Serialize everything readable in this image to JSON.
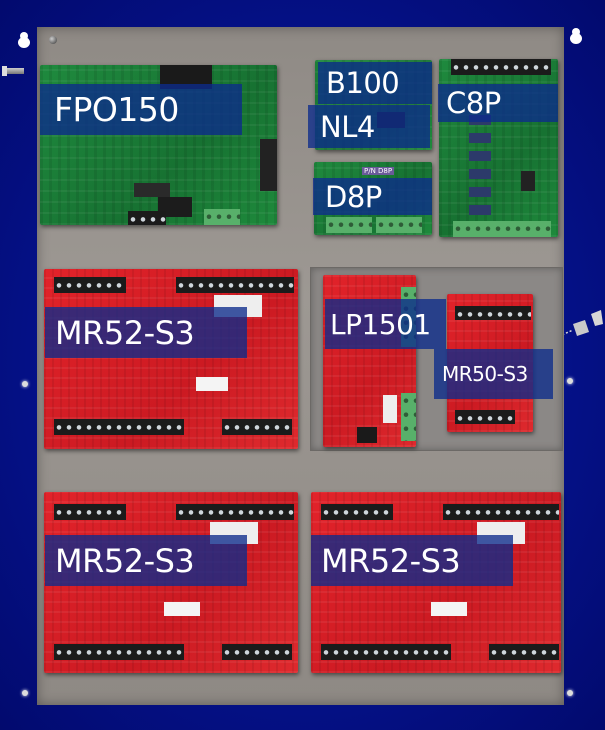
{
  "image": {
    "subject": "access control panel enclosure with labeled circuit boards",
    "colors": {
      "enclosure": "#05128c",
      "backplate": "#9a9590",
      "label_bg": "#0d2b8c",
      "label_text": "#ffffff",
      "pcb_green": "#1b7d38",
      "pcb_red": "#d81f27"
    }
  },
  "labels": {
    "fpo150": "FPO150",
    "b100": "B100",
    "nl4": "NL4",
    "c8p": "C8P",
    "d8p": "D8P",
    "lp1501": "LP1501",
    "mr50": "MR50-S3",
    "mr52_top": "MR52-S3",
    "mr52_bottom_left": "MR52-S3",
    "mr52_bottom_right": "MR52-S3"
  },
  "board_text": {
    "d8p_part": "P/N D8P"
  }
}
